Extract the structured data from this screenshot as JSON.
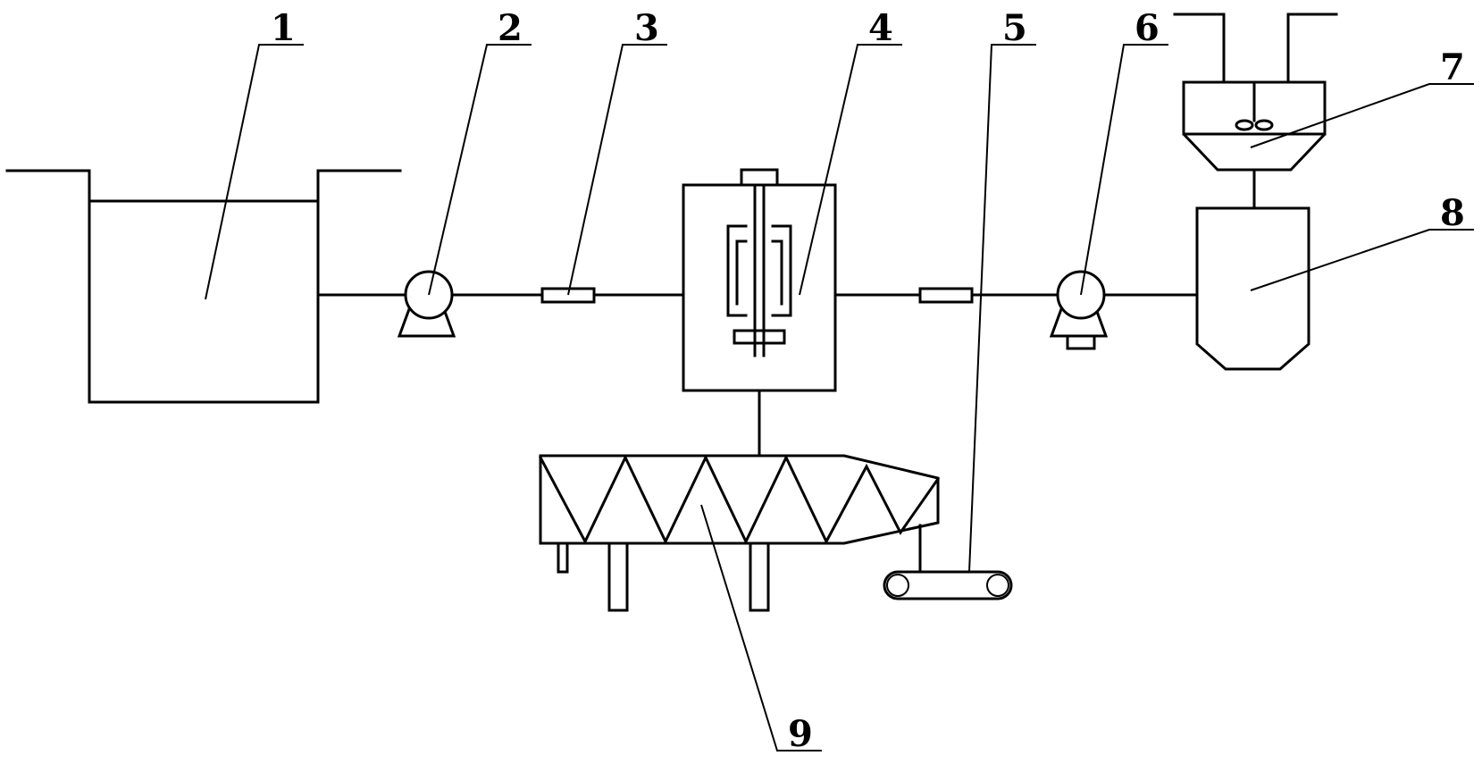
{
  "labels": [
    {
      "id": "1",
      "text": "1"
    },
    {
      "id": "2",
      "text": "2"
    },
    {
      "id": "3",
      "text": "3"
    },
    {
      "id": "4",
      "text": "4"
    },
    {
      "id": "5",
      "text": "5"
    },
    {
      "id": "6",
      "text": "6"
    },
    {
      "id": "7",
      "text": "7"
    },
    {
      "id": "8",
      "text": "8"
    },
    {
      "id": "9",
      "text": "9"
    }
  ],
  "colors": {
    "stroke": "#000000",
    "background": "#ffffff"
  }
}
